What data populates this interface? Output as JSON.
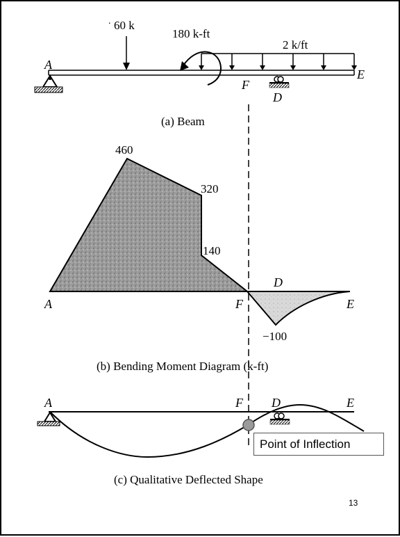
{
  "beam": {
    "load_point": "60 k",
    "moment": "180 k-ft",
    "load_distributed": "2 k/ft",
    "label_a": "A",
    "label_e": "E",
    "label_f": "F",
    "label_d": "D",
    "caption": "(a) Beam"
  },
  "moment_diagram": {
    "value_460": "460",
    "value_320": "320",
    "value_140": "140",
    "value_neg100": "−100",
    "label_a": "A",
    "label_f": "F",
    "label_d": "D",
    "label_e": "E",
    "caption": "(b) Bending Moment Diagram (k-ft)"
  },
  "deflected": {
    "label_a": "A",
    "label_f": "F",
    "label_d": "D",
    "label_e": "E",
    "callout": "Point of Inflection",
    "caption": "(c) Qualitative Deflected Shape"
  },
  "page_number": "13",
  "colors": {
    "shade": "#8a8a8a",
    "inflection_dot": "#9a9a9a"
  }
}
